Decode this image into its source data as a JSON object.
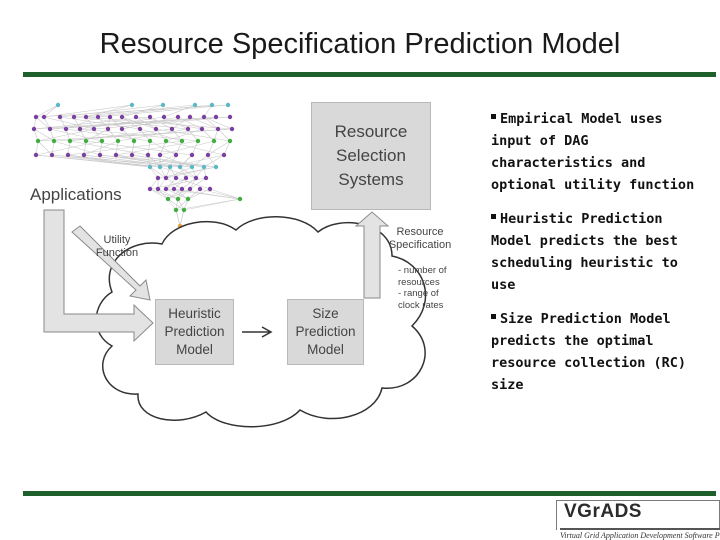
{
  "title": "Resource Specification Prediction Model",
  "diagram": {
    "resource_selection_box": "Resource\nSelection\nSystems",
    "applications_label": "Applications",
    "utility_label": "Utility\nFunction",
    "heuristic_box": "Heuristic\nPrediction\nModel",
    "size_box": "Size\nPrediction\nModel",
    "resource_spec_label": "Resource\nSpecification",
    "resource_spec_details": "- number of\nresources\n- range of\nclock rates"
  },
  "bullets": [
    "Empirical Model uses input of DAG characteristics and optional utility function",
    "Heuristic Prediction Model predicts the best scheduling heuristic to use",
    "Size Prediction Model predicts the optimal resource collection (RC) size"
  ],
  "logo": {
    "text": "VGrADS",
    "tagline": "Virtual Grid Application Development Software Project"
  },
  "colors": {
    "rule": "#1f5f2b",
    "box_fill": "#d9d9d9",
    "arrow_fill": "#e0e0e0",
    "node_purple": "#7a3fa0",
    "node_green": "#3fae3f",
    "node_cyan": "#5ab8c8",
    "node_orange": "#e8a33a"
  }
}
